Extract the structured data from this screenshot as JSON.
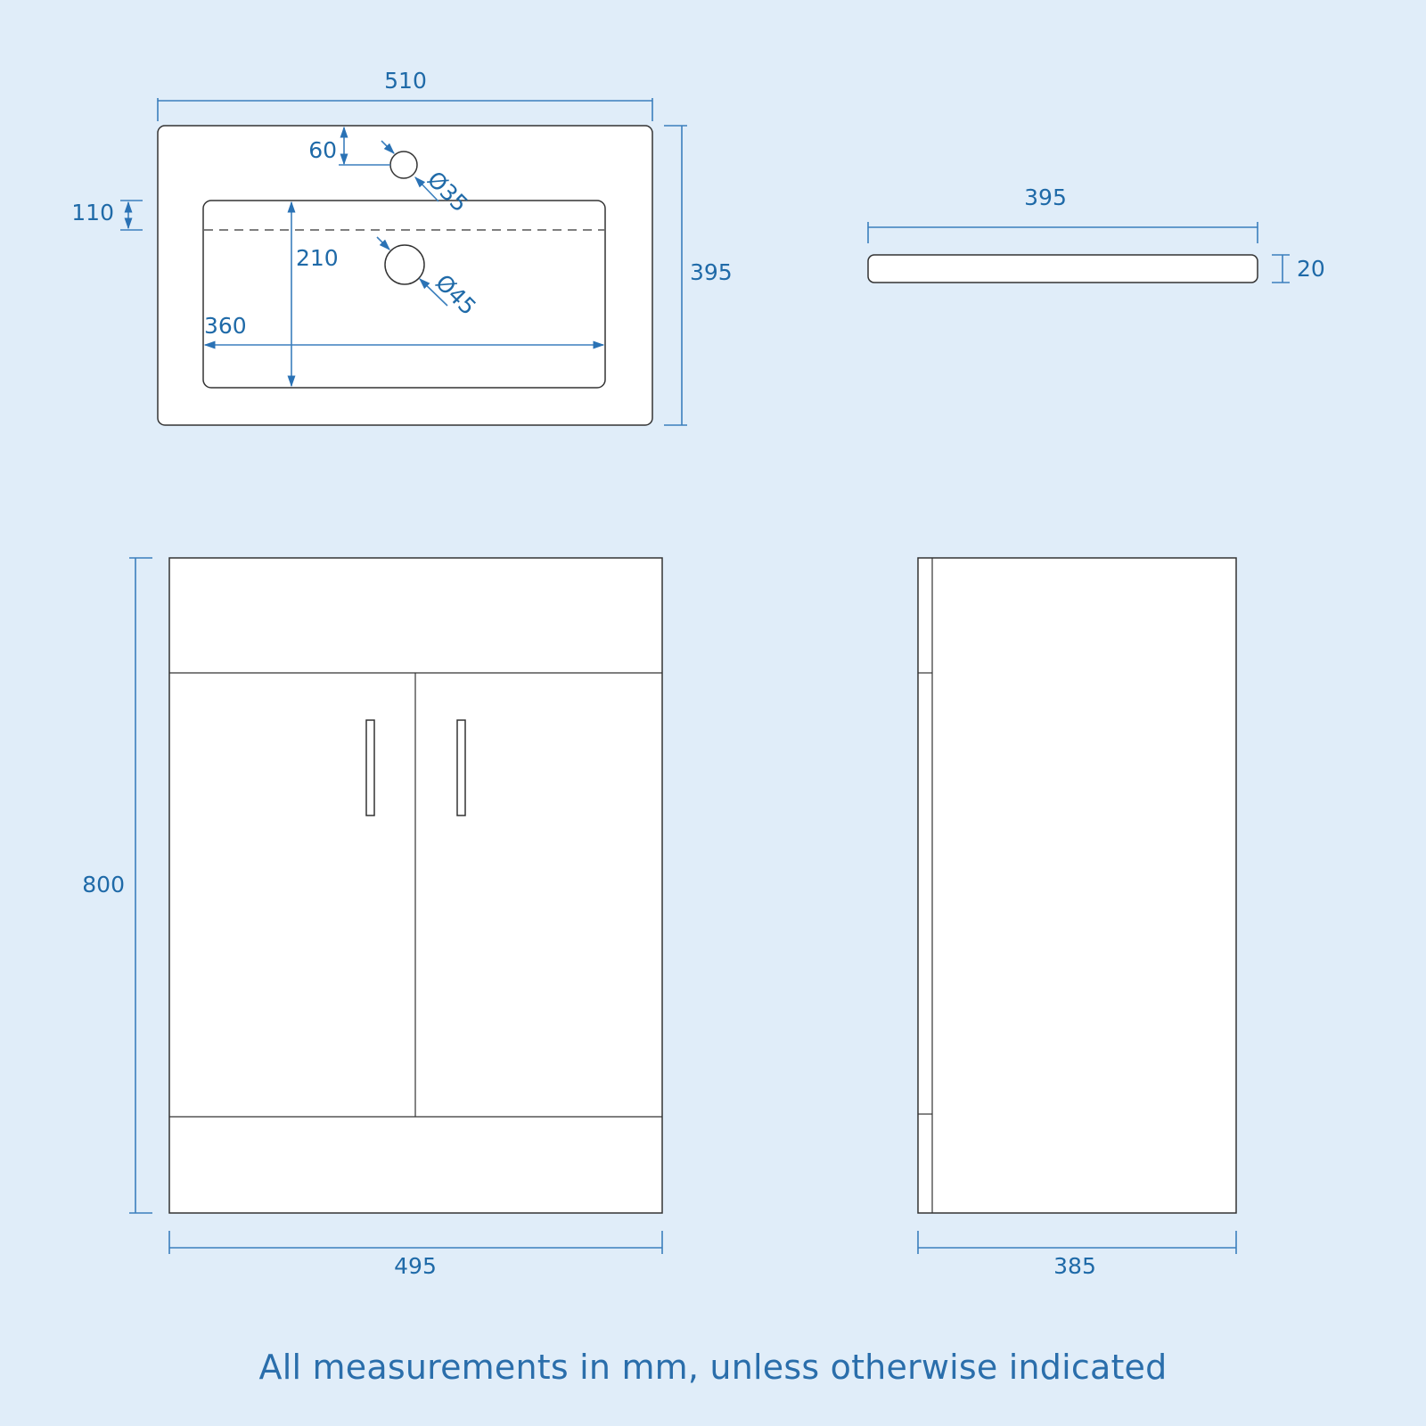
{
  "basin_top_view": {
    "overall_width": "510",
    "overall_depth": "395",
    "tap_hole_offset": "60",
    "tap_hole_diameter": "Ø35",
    "overflow_offset": "110",
    "bowl_depth": "210",
    "bowl_width": "360",
    "waste_hole_diameter": "Ø45"
  },
  "basin_side_view": {
    "length": "395",
    "thickness": "20"
  },
  "cabinet_front_view": {
    "height": "800",
    "width": "495"
  },
  "cabinet_side_view": {
    "depth": "385"
  },
  "footer": {
    "note": "All measurements in mm, unless otherwise indicated"
  },
  "colors": {
    "background": "#e0edf9",
    "dimension": "#1f6aa8",
    "outline": "#333333"
  }
}
